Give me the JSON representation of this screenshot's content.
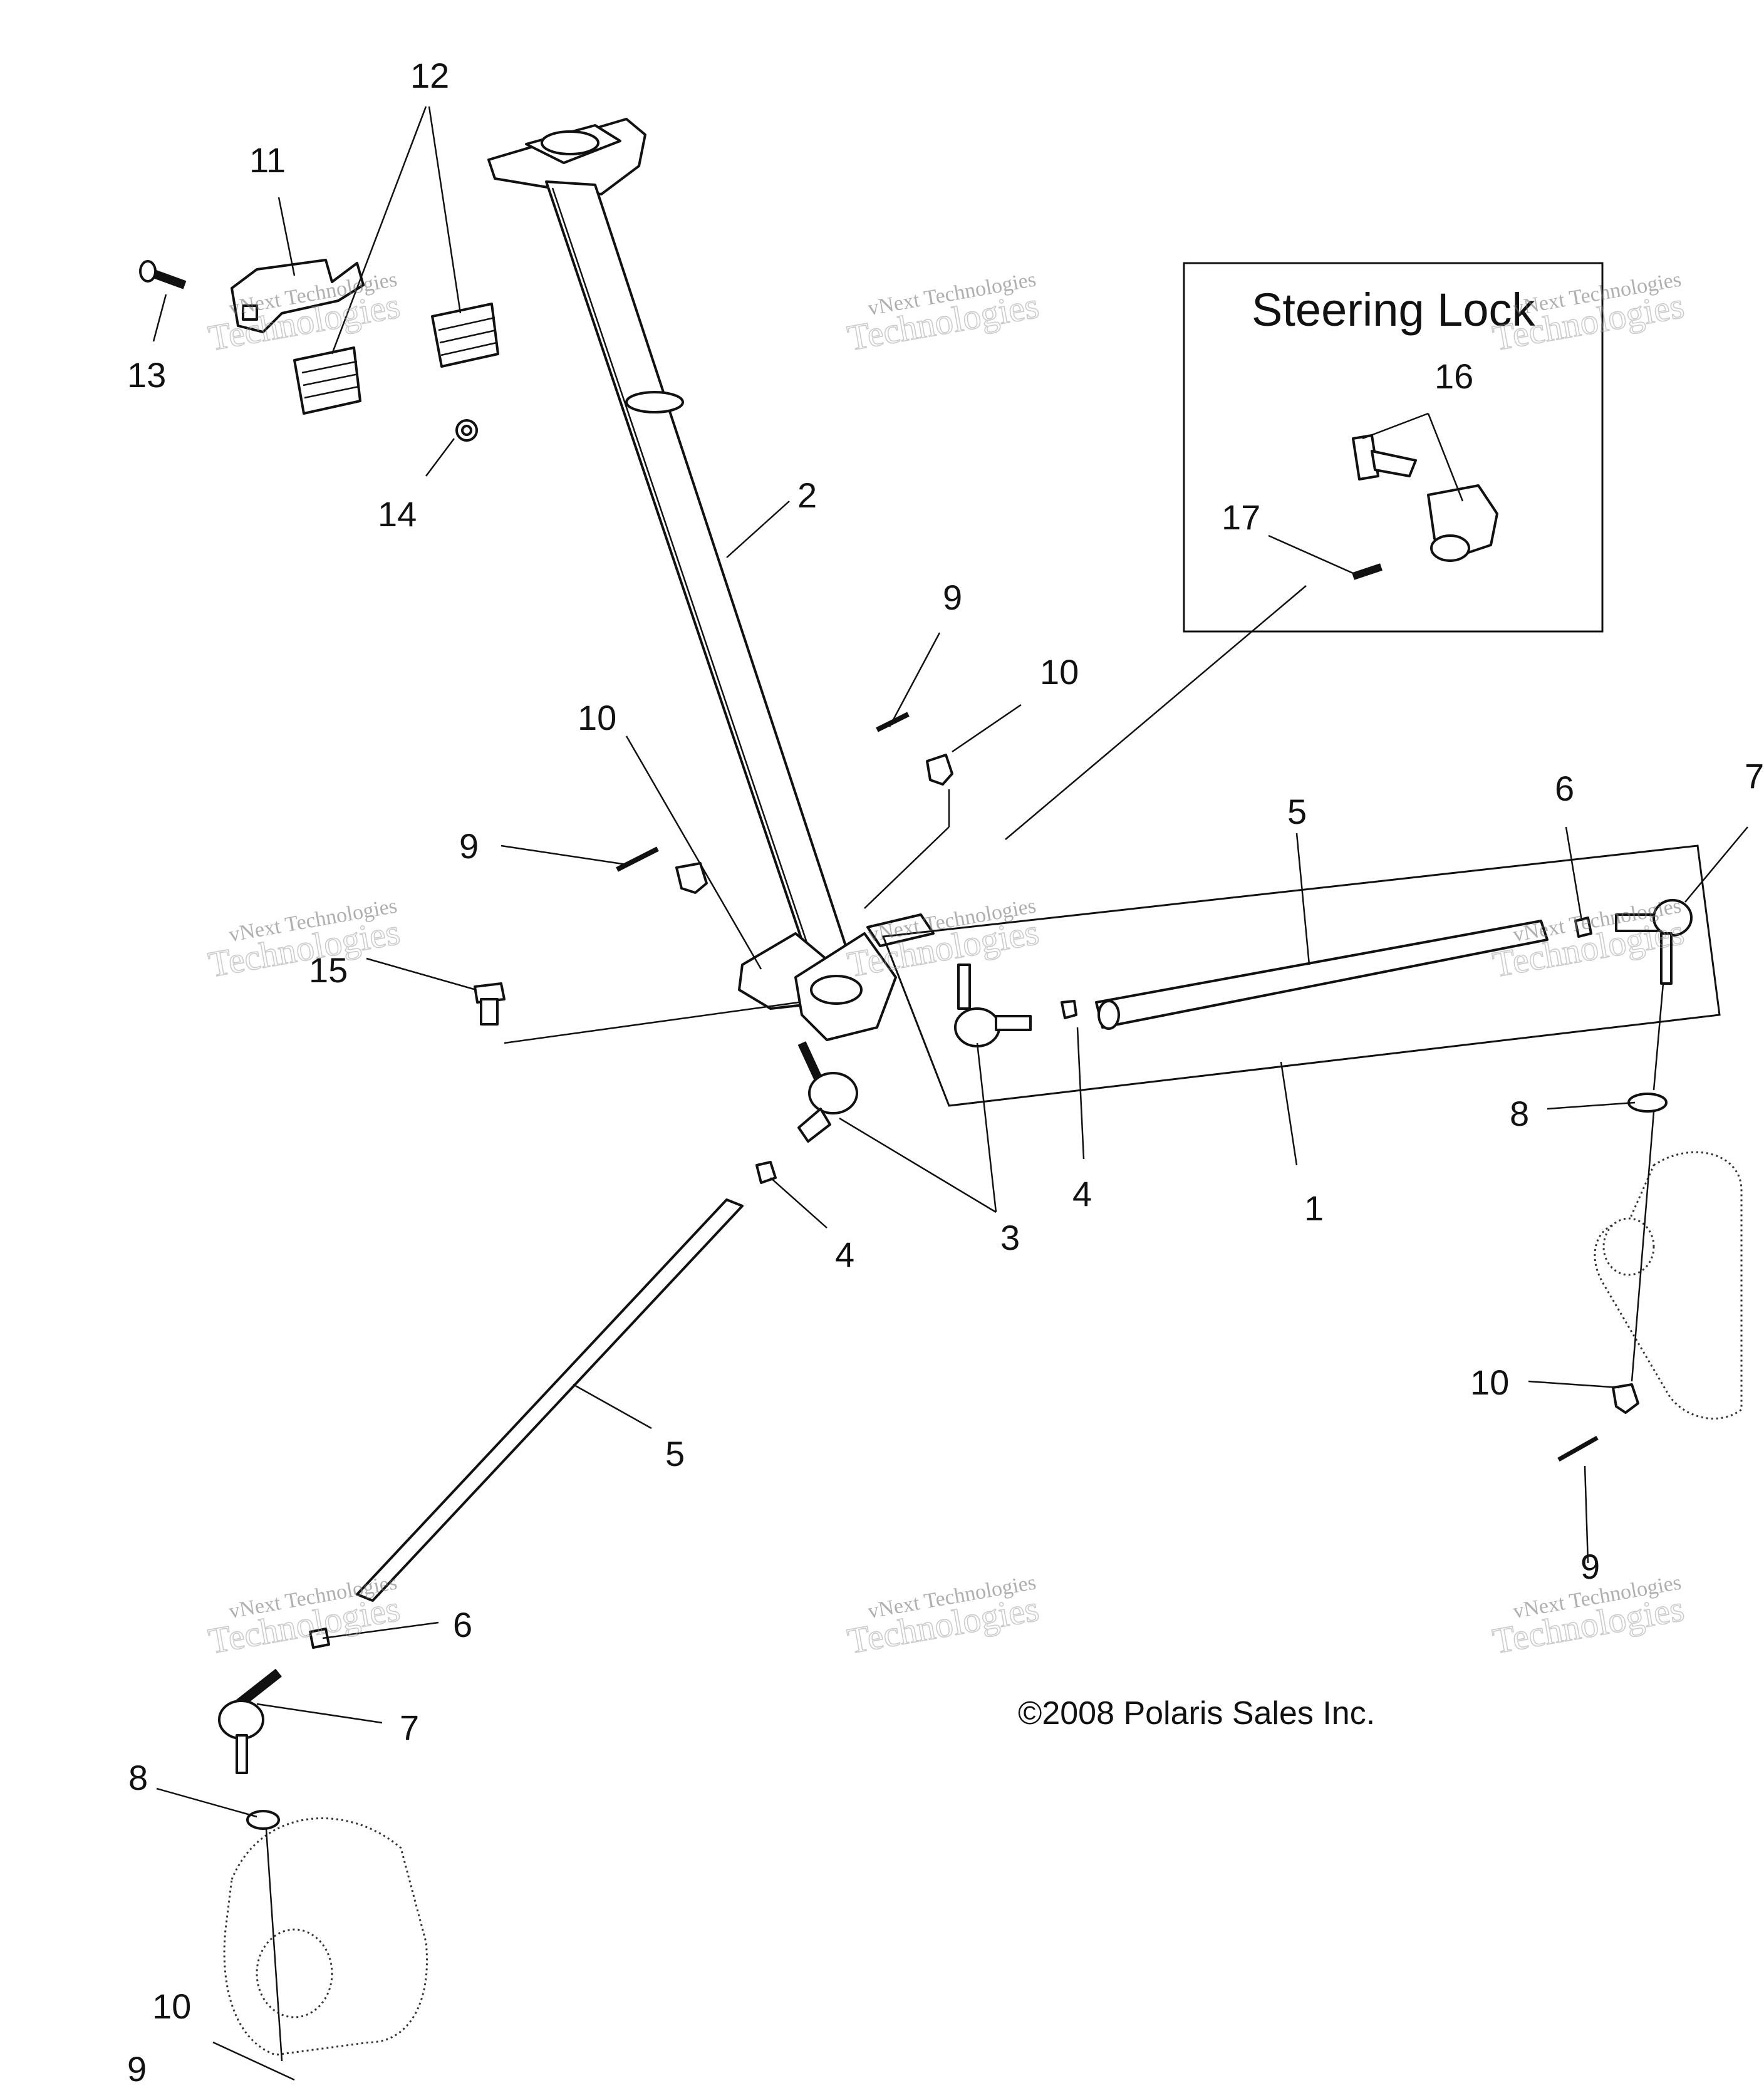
{
  "diagram": {
    "steering_lock_title": "Steering Lock",
    "copyright": "©2008 Polaris Sales Inc.",
    "watermark_line1": "vNext Technologies",
    "watermark_line2": "Technologies",
    "callouts": {
      "c1": "1",
      "c2": "2",
      "c3": "3",
      "c4a": "4",
      "c4b": "4",
      "c5a": "5",
      "c5b": "5",
      "c6a": "6",
      "c6b": "6",
      "c7a": "7",
      "c7b": "7",
      "c8a": "8",
      "c8b": "8",
      "c9a": "9",
      "c9b": "9",
      "c9c": "9",
      "c9d": "9",
      "c10a": "10",
      "c10b": "10",
      "c10c": "10",
      "c10d": "10",
      "c11": "11",
      "c12": "12",
      "c13": "13",
      "c14": "14",
      "c15": "15",
      "c16": "16",
      "c17": "17"
    }
  }
}
